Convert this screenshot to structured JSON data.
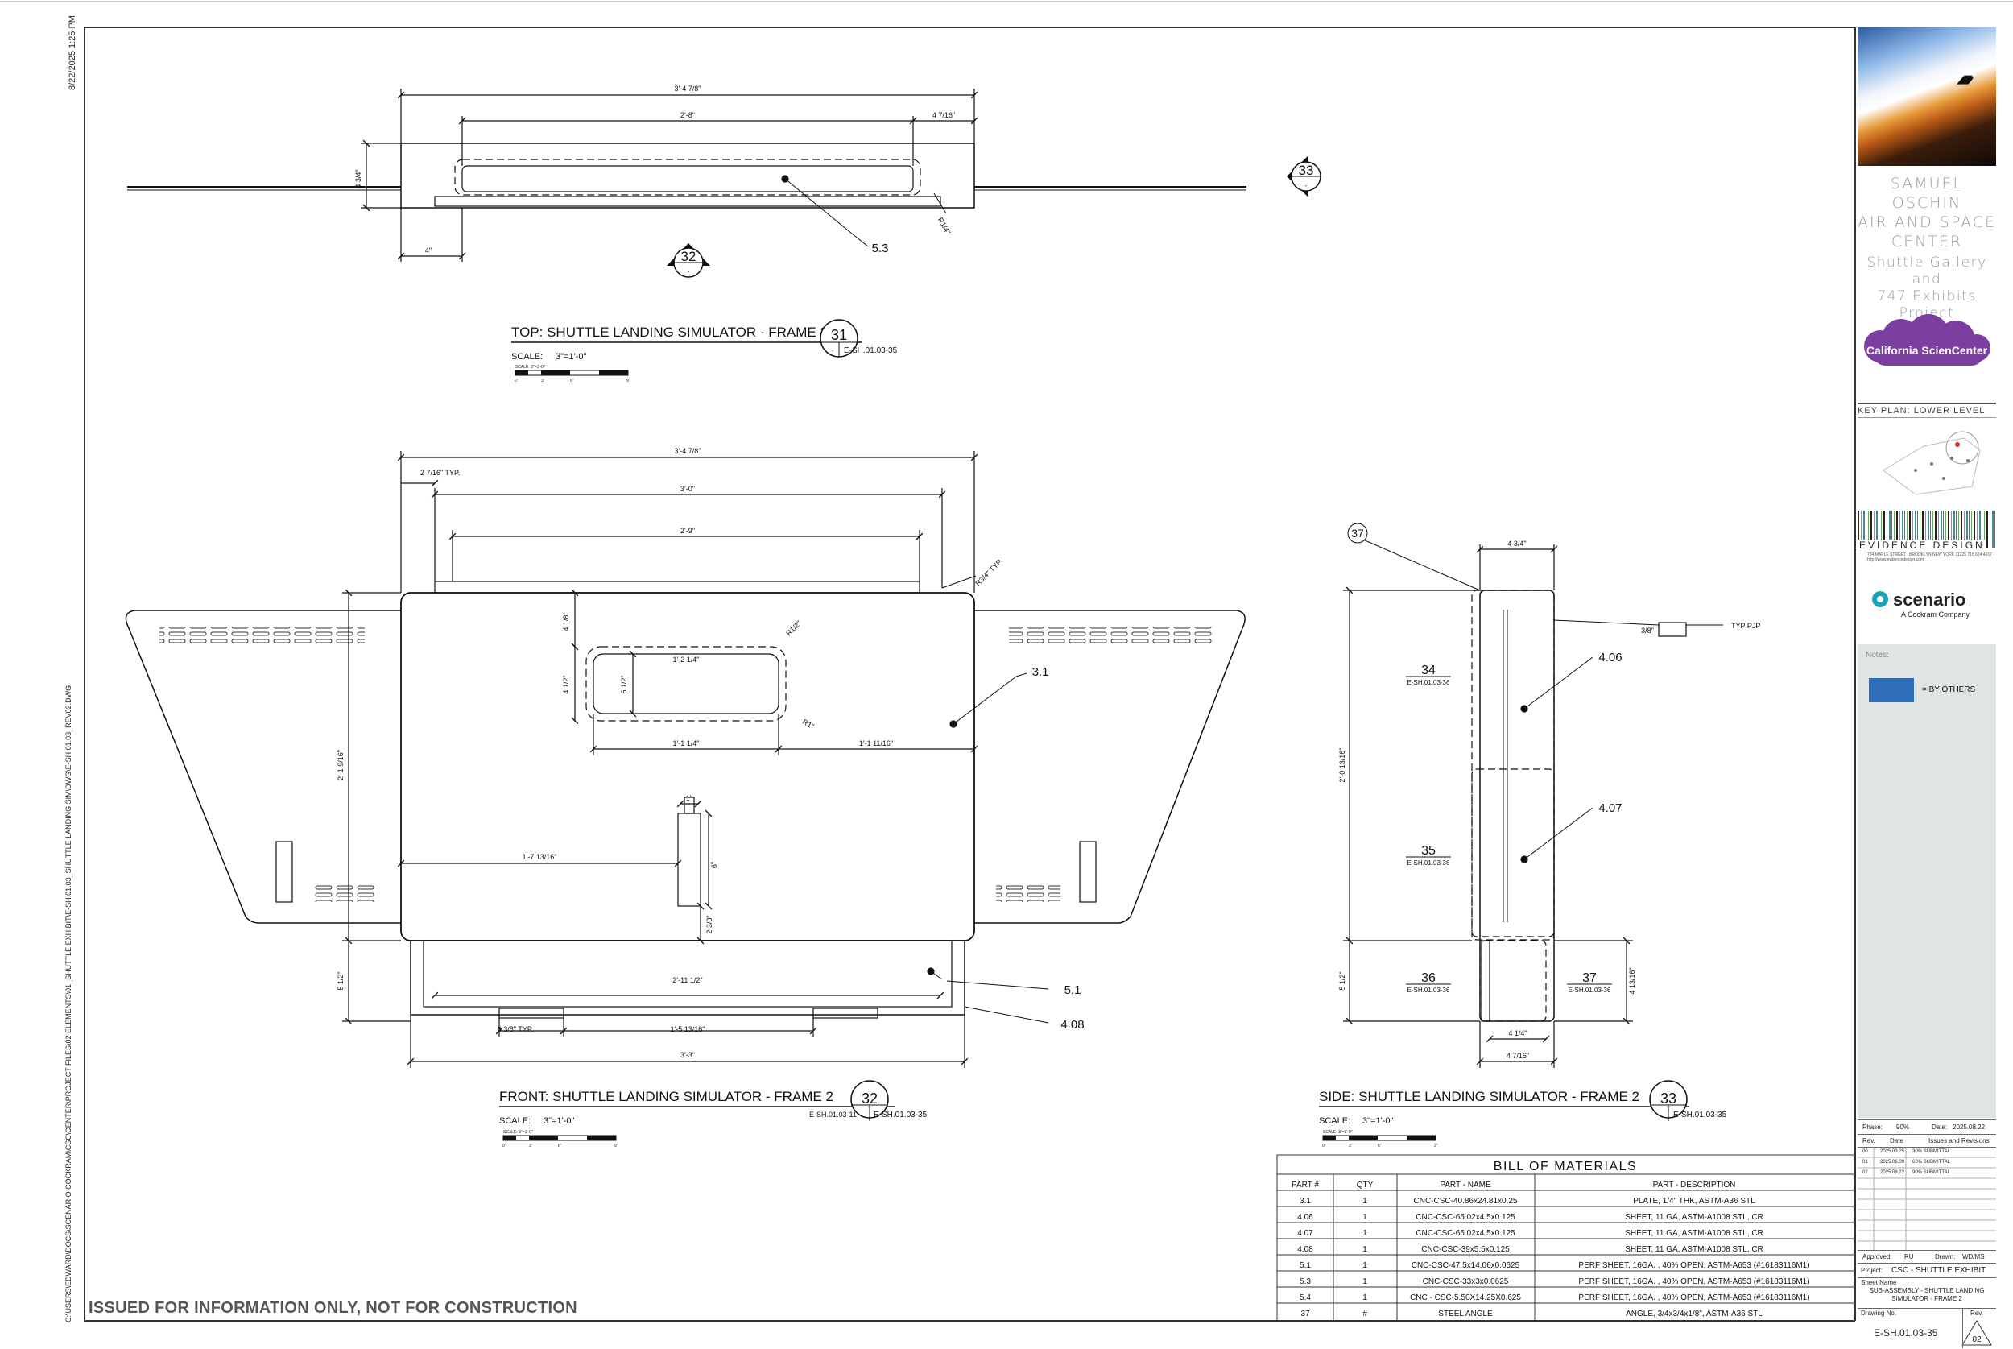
{
  "plot_stamp": "8/22/2025 1:25 PM",
  "file_path": "C:\\USERS\\EDWARD\\DOCS\\SCENARIO COCKRAM\\CSC\\CENTER\\PROJECT FILES\\02 ELEMENTS\\01_SHUTTLE EXHIBIT\\E-SH.01.03_SHUTTLE LANDING SIM\\DWG\\E-SH.01.03_REV02.DWG",
  "disclaimer": "ISSUED FOR INFORMATION ONLY, NOT FOR CONSTRUCTION",
  "views": {
    "top": {
      "title": "TOP: SHUTTLE LANDING SIMULATOR - FRAME 2",
      "scale_label": "SCALE:",
      "scale_value": "3\"=1'-0\"",
      "bubble_num": "31",
      "bubble_sheet": "E-SH.01.03-35",
      "bubble_dash": "-",
      "dims": {
        "overall": "3'-4 7/8\"",
        "inner": "2'-8\"",
        "right": "4 7/16\"",
        "height": "4 3/4\"",
        "left": "4\"",
        "radius": "R1/4\""
      },
      "callouts": {
        "c53": "5.3"
      },
      "section_num": "32",
      "section_dash": "-",
      "elev_num": "33",
      "elev_dash": "-"
    },
    "front": {
      "title": "FRONT: SHUTTLE LANDING SIMULATOR - FRAME 2",
      "scale_label": "SCALE:",
      "scale_value": "3\"=1'-0\"",
      "bubble_num": "32",
      "bubble_ref_left": "E-SH.01.03-11",
      "bubble_sheet": "E-SH.01.03-35",
      "dims": {
        "overall": "3'-4 7/8\"",
        "typ": "2 7/16\" TYP.",
        "d30": "3'-0\"",
        "d29": "2'-9\"",
        "r34": "R3/4\" TYP.",
        "d41": "4 1/8\"",
        "d412": "4 1/2\"",
        "d512": "5 1/2\"",
        "w1214": "1'-2 1/4\"",
        "r12": "R1/2\"",
        "r1": "R1\"",
        "d1114": "1'-1 1/4\"",
        "d11116": "1'-1 11/16\"",
        "d1": "1\"",
        "d6": "6\"",
        "d2916": "2'-1 9/16\"",
        "d171316": "1'-7 13/16\"",
        "d238": "2 3/8\"",
        "d5b": "5 1/2\"",
        "d2111": "2'-11 1/2\"",
        "d638": "6 3/8\" TYP.",
        "d151316": "1'-5 13/16\"",
        "d33": "3'-3\""
      },
      "callouts": {
        "c31": "3.1",
        "c51": "5.1",
        "c408": "4.08"
      }
    },
    "side": {
      "title": "SIDE: SHUTTLE LANDING SIMULATOR - FRAME 2",
      "scale_label": "SCALE:",
      "scale_value": "3\"=1'-0\"",
      "bubble_num": "33",
      "bubble_sheet": "E-SH.01.03-35",
      "bubble_dash": "-",
      "dims": {
        "top": "4 3/4\"",
        "pjp_dim": "3/8\"",
        "pjp": "TYP PJP",
        "height": "2'-0 13/16\"",
        "low": "5 1/2\"",
        "right": "4 13/16\"",
        "bot1": "4 1/4\"",
        "bot2": "4 7/16\""
      },
      "callouts": {
        "c37a": "37",
        "c406": "4.06",
        "c407": "4.07"
      },
      "details": [
        {
          "num": "34",
          "ref": "E-SH.01.03-36"
        },
        {
          "num": "35",
          "ref": "E-SH.01.03-36"
        },
        {
          "num": "36",
          "ref": "E-SH.01.03-36"
        },
        {
          "num": "37",
          "ref": "E-SH.01.03-36"
        }
      ]
    }
  },
  "scale_bar": {
    "label": "SCALE: 3\"=1'-0\"",
    "ticks": [
      "0\"",
      "3\"",
      "6\"",
      "9\""
    ]
  },
  "bom": {
    "title": "BILL OF MATERIALS",
    "headers": [
      "PART #",
      "QTY",
      "PART - NAME",
      "PART - DESCRIPTION"
    ],
    "rows": [
      [
        "3.1",
        "1",
        "CNC-CSC-40.86x24.81x0.25",
        "PLATE, 1/4\" THK, ASTM-A36 STL"
      ],
      [
        "4.06",
        "1",
        "CNC-CSC-65.02x4.5x0.125",
        "SHEET, 11 GA, ASTM-A1008 STL, CR"
      ],
      [
        "4.07",
        "1",
        "CNC-CSC-65.02x4.5x0.125",
        "SHEET, 11 GA, ASTM-A1008 STL, CR"
      ],
      [
        "4.08",
        "1",
        "CNC-CSC-39x5.5x0.125",
        "SHEET, 11 GA, ASTM-A1008 STL, CR"
      ],
      [
        "5.1",
        "1",
        "CNC-CSC-47.5x14.06x0.0625",
        "PERF SHEET, 16GA. , 40% OPEN, ASTM-A653 (#16183116M1)"
      ],
      [
        "5.3",
        "1",
        "CNC-CSC-33x3x0.0625",
        "PERF SHEET, 16GA. , 40% OPEN, ASTM-A653 (#16183116M1)"
      ],
      [
        "5.4",
        "1",
        "CNC - CSC-5.50X14.25X0.625",
        "PERF SHEET, 16GA. , 40% OPEN, ASTM-A653 (#16183116M1)"
      ],
      [
        "37",
        "#",
        "STEEL ANGLE",
        "ANGLE, 3/4x3/4x1/8\", ASTM-A36 STL"
      ]
    ]
  },
  "title_block": {
    "client_l1": "SAMUEL OSCHIN",
    "client_l2": "AIR AND SPACE",
    "client_l3": "CENTER",
    "project_l1": "Shuttle Gallery",
    "project_l2": "and",
    "project_l3": "747 Exhibits",
    "project_l4": "Project",
    "csc_logo": "California ScienCenter",
    "key_plan": "KEY PLAN: LOWER LEVEL",
    "evidence": "EVIDENCE DESIGN",
    "evidence_addr": "734 MAPLE STREET · BROOKLYN NEW YORK 11225  718.624.4017 · http://www.evidencedesign.com",
    "scenario": "scenario",
    "scenario_sub": "A Cockram Company",
    "notes_label": "Notes:",
    "by_others": "= BY OTHERS",
    "phase_label": "Phase:",
    "phase": "90%",
    "date_label": "Date:",
    "date": "2025.08.22",
    "rev_headers": [
      "Rev.",
      "Date",
      "Issues and Revisions"
    ],
    "revisions": [
      [
        "00",
        "2025.03.25",
        "30% SUBMITTAL"
      ],
      [
        "01",
        "2025.06.09",
        "60% SUBMITTAL"
      ],
      [
        "02",
        "2025.08.22",
        "90% SUBMITTAL"
      ]
    ],
    "approved_label": "Approved:",
    "approved": "RU",
    "drawn_label": "Drawn:",
    "drawn": "WD/MS",
    "project_label": "Project:",
    "project": "CSC - SHUTTLE EXHIBIT",
    "sheet_name_label": "Sheet Name",
    "sheet_name_l1": "SUB-ASSEMBLY - SHUTTLE LANDING",
    "sheet_name_l2": "SIMULATOR - FRAME 2",
    "drawing_no_label": "Drawing No.",
    "drawing_no": "E-SH.01.03-35",
    "rev_label": "Rev.",
    "rev": "02"
  },
  "colors": {
    "by_others": "#2e6db8",
    "csc_purple": "#7b3fa0",
    "scenario_teal": "#1aa6b7",
    "line": "#111111"
  }
}
